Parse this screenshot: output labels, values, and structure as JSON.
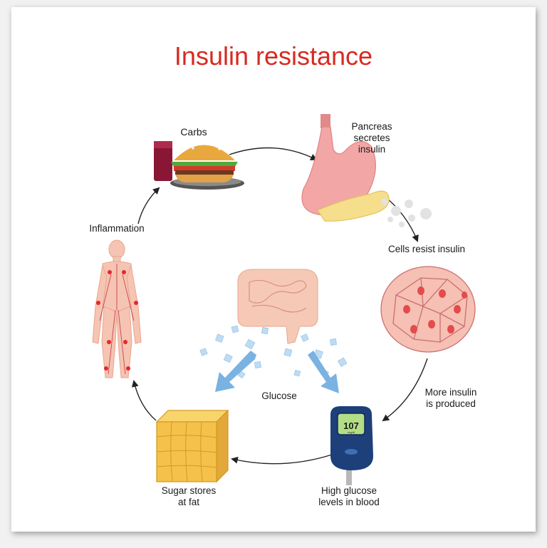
{
  "title": "Insulin resistance",
  "steps": {
    "carbs": "Carbs",
    "pancreas": [
      "Pancreas",
      "secretes",
      "insulin"
    ],
    "cells": "Cells resist insulin",
    "more_insulin": [
      "More insulin",
      "is produced"
    ],
    "high_glucose": [
      "High glucose",
      "levels in blood"
    ],
    "sugar_stores": [
      "Sugar stores",
      "at fat"
    ],
    "inflammation": "Inflammation",
    "glucose": "Glucose"
  },
  "meter": {
    "value": "107",
    "unit": "mg/dl"
  },
  "colors": {
    "title": "#d82a20",
    "skin": "#f6c4b2",
    "fat": "#f5c14a",
    "meter": "#1d3f7a",
    "arrow": "#7ab2e2"
  }
}
